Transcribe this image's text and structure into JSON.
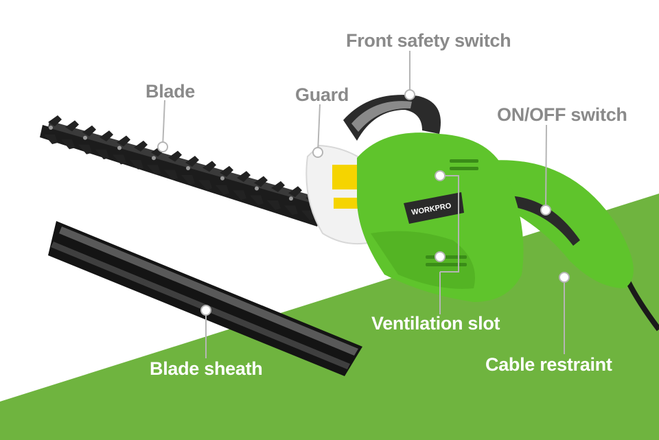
{
  "colors": {
    "background": "#ffffff",
    "green_band": "#6fb43f",
    "tool_green": "#5fc42c",
    "blade_black": "#1c1c1c",
    "label_grey": "#8a8a8a",
    "label_white": "#ffffff",
    "leader_line": "#b5b5b5"
  },
  "labels": {
    "front_safety_switch": "Front safety switch",
    "blade": "Blade",
    "guard": "Guard",
    "on_off_switch": "ON/OFF switch",
    "ventilation_slot": "Ventilation slot",
    "blade_sheath": "Blade sheath",
    "cable_restraint": "Cable restraint"
  },
  "product": {
    "brand": "WORKPRO"
  }
}
